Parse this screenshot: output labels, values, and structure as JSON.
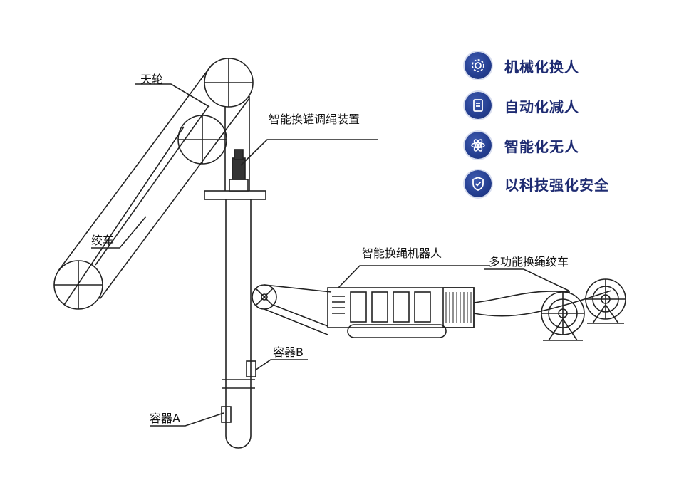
{
  "labels": {
    "head_sheave": "天轮",
    "winch": "绞车",
    "tank_device": "智能换罐调绳装置",
    "robot": "智能换绳机器人",
    "multi_winch": "多功能换绳绞车",
    "container_b": "容器B",
    "container_a": "容器A"
  },
  "features": [
    {
      "icon": "gear-icon",
      "text": "机械化换人"
    },
    {
      "icon": "document-icon",
      "text": "自动化减人"
    },
    {
      "icon": "atom-icon",
      "text": "智能化无人"
    },
    {
      "icon": "shield-check-icon",
      "text": "以科技强化安全"
    }
  ],
  "colors": {
    "line": "#222222",
    "accent": "#1f2c72",
    "badge": "#233d8f"
  }
}
